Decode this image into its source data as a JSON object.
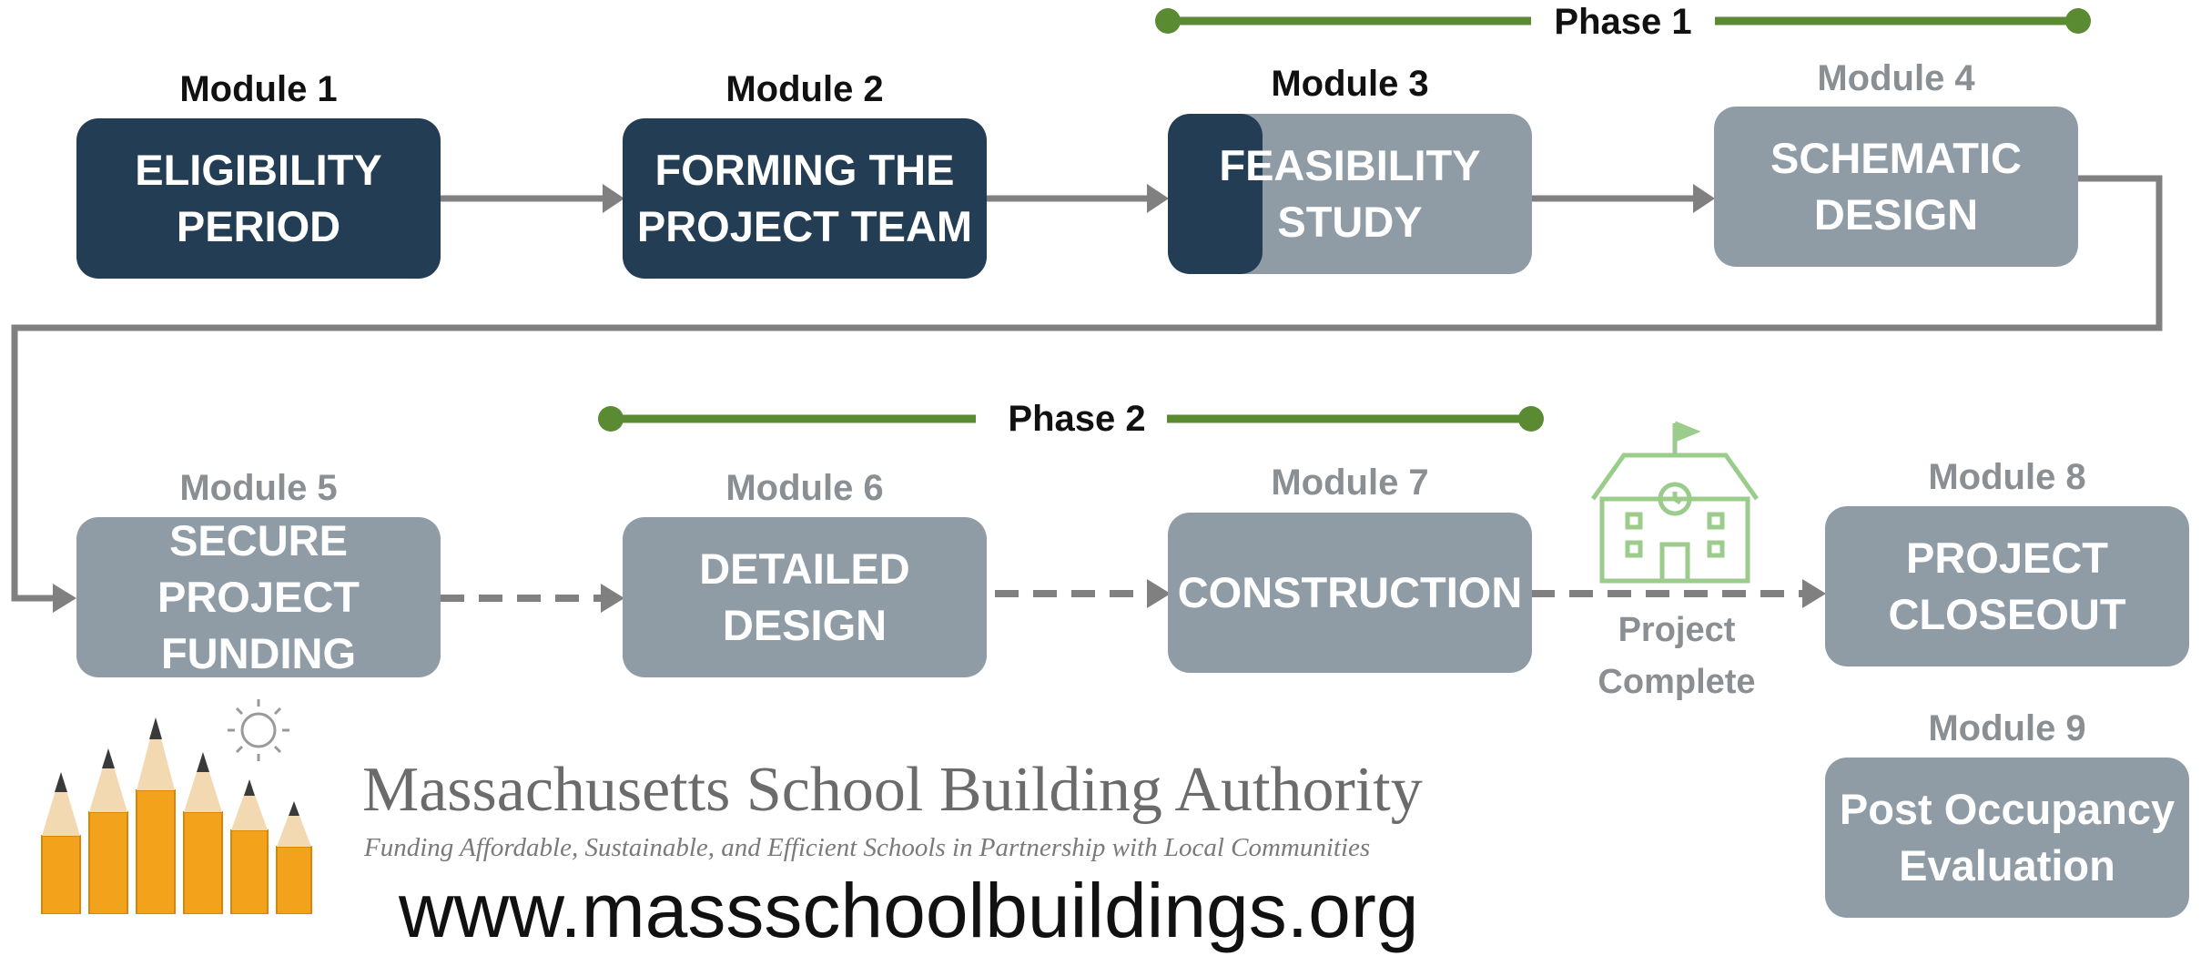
{
  "phases": [
    {
      "label": "Phase 1"
    },
    {
      "label": "Phase 2"
    }
  ],
  "modules": [
    {
      "label": "Module 1",
      "title": "ELIGIBILITY\nPERIOD",
      "status": "active"
    },
    {
      "label": "Module 2",
      "title": "FORMING THE\nPROJECT TEAM",
      "status": "active"
    },
    {
      "label": "Module 3",
      "title": "FEASIBILITY\nSTUDY",
      "status": "in-progress"
    },
    {
      "label": "Module 4",
      "title": "SCHEMATIC\nDESIGN",
      "status": "inactive"
    },
    {
      "label": "Module 5",
      "title": "SECURE PROJECT\nFUNDING",
      "status": "inactive"
    },
    {
      "label": "Module 6",
      "title": "DETAILED\nDESIGN",
      "status": "inactive"
    },
    {
      "label": "Module 7",
      "title": "CONSTRUCTION",
      "status": "inactive"
    },
    {
      "label": "Module 8",
      "title": "PROJECT\nCLOSEOUT",
      "status": "inactive"
    },
    {
      "label": "Module 9",
      "title": "Post Occupancy\nEvaluation",
      "status": "inactive"
    }
  ],
  "milestone": {
    "label": "Project\nComplete",
    "icon": "school-house-icon"
  },
  "footer": {
    "org_name": "Massachusetts School Building Authority",
    "tagline": "Funding Affordable, Sustainable, and Efficient Schools in Partnership with Local Communities",
    "url": "www.massschoolbuildings.org"
  },
  "colors": {
    "active": "#233d54",
    "inactive": "#8f9ca6",
    "phase_line": "#5a8a32",
    "arrow": "#808080",
    "milestone_icon": "#9ccc8c"
  }
}
